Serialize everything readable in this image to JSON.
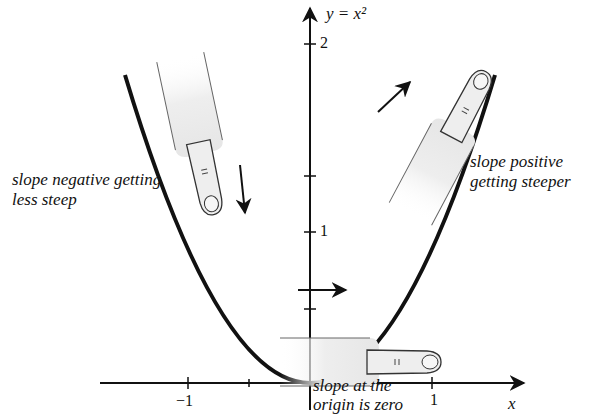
{
  "diagram": {
    "labels": [
      "y = x²",
      "2",
      "1",
      "−1",
      "1",
      "x",
      "slope negative getting less steep",
      "slope positive getting steeper",
      "slope at the origin is zero"
    ]
  }
}
